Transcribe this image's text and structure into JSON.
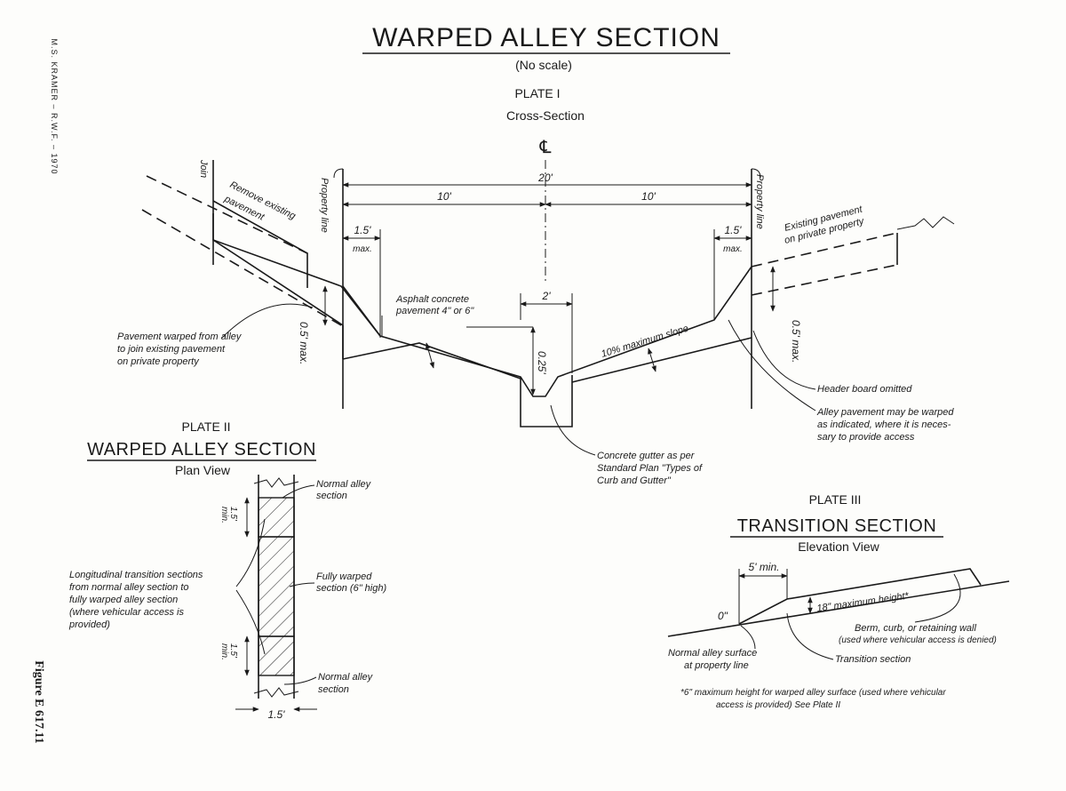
{
  "side": {
    "author": "M.S. KRAMER – R.W.F. – 1970",
    "figure": "Figure E 617.11"
  },
  "title": "WARPED ALLEY SECTION",
  "scale_note": "(No scale)",
  "plate1": {
    "label": "PLATE I",
    "subtitle": "Cross-Section",
    "centerline": "℄",
    "dim_total": "20'",
    "dim_half_left": "10'",
    "dim_half_right": "10'",
    "dim_side_left": "1.5'",
    "dim_side_right": "1.5'",
    "max_left": "max.",
    "max_right": "max.",
    "dim_gutter_width": "2'",
    "dim_gutter_depth": "0.25'",
    "dim_warp_left": "0.5' max.",
    "dim_warp_right": "0.5' max.",
    "property_line_left": "Property line",
    "property_line_right": "Property line",
    "join": "Join",
    "remove_existing_1": "Remove existing",
    "remove_existing_2": "pavement",
    "existing_private_1": "Existing pavement",
    "existing_private_2": "on private property",
    "asphalt_1": "Asphalt concrete",
    "asphalt_2": "pavement 4\" or 6\"",
    "slope": "10% maximum slope",
    "warped_note_1": "Pavement warped from alley",
    "warped_note_2": "to join existing pavement",
    "warped_note_3": "on private property",
    "header_board": "Header board omitted",
    "alley_warp_1": "Alley pavement may be warped",
    "alley_warp_2": "as indicated, where it is neces-",
    "alley_warp_3": "sary to provide access",
    "gutter_1": "Concrete gutter as per",
    "gutter_2": "Standard Plan \"Types of",
    "gutter_3": "Curb and Gutter\""
  },
  "plate2": {
    "label": "PLATE II",
    "title": "WARPED ALLEY SECTION",
    "subtitle": "Plan View",
    "normal_top_1": "Normal alley",
    "normal_top_2": "section",
    "normal_bottom_1": "Normal alley",
    "normal_bottom_2": "section",
    "fully_1": "Fully warped",
    "fully_2": "section (6\" high)",
    "long_1": "Longitudinal transition sections",
    "long_2": "from normal alley section to",
    "long_3": "fully warped alley section",
    "long_4": "(where vehicular access is",
    "long_5": "provided)",
    "min_top_val": "1.5'",
    "min_top_unit": "min.",
    "min_bot_val": "1.5'",
    "min_bot_unit": "min.",
    "width": "1.5'"
  },
  "plate3": {
    "label": "PLATE III",
    "title": "TRANSITION SECTION",
    "subtitle": "Elevation View",
    "min_len": "5' min.",
    "max_height": "18\" maximum height*",
    "zero": "0\"",
    "berm_1": "Berm, curb, or retaining wall",
    "berm_2": "(used where vehicular access is denied)",
    "normal_1": "Normal alley surface",
    "normal_2": "at property line",
    "transition": "Transition section",
    "footnote_1": "*6\" maximum height for warped alley surface (used where vehicular",
    "footnote_2": "access is provided) See Plate II"
  }
}
